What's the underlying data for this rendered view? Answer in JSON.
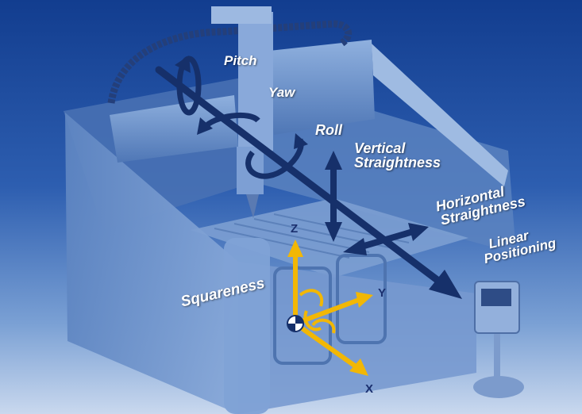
{
  "labels": {
    "pitch": "Pitch",
    "yaw": "Yaw",
    "roll": "Roll",
    "vertical_straightness": [
      "Vertical",
      "Straightness"
    ],
    "horizontal_straightness": [
      "Horizontal",
      "Straightness"
    ],
    "linear_positioning": [
      "Linear",
      "Positioning"
    ],
    "squareness": "Squareness"
  },
  "axes": {
    "x": "X",
    "y": "Y",
    "z": "Z"
  },
  "colors": {
    "background_top": "#123d8f",
    "machine_body": "#6f93c9",
    "error_arrow": "#16306a",
    "axis_arrow": "#f2b705",
    "label_text": "#ffffff",
    "axis_label_text": "#1a2f6e"
  }
}
